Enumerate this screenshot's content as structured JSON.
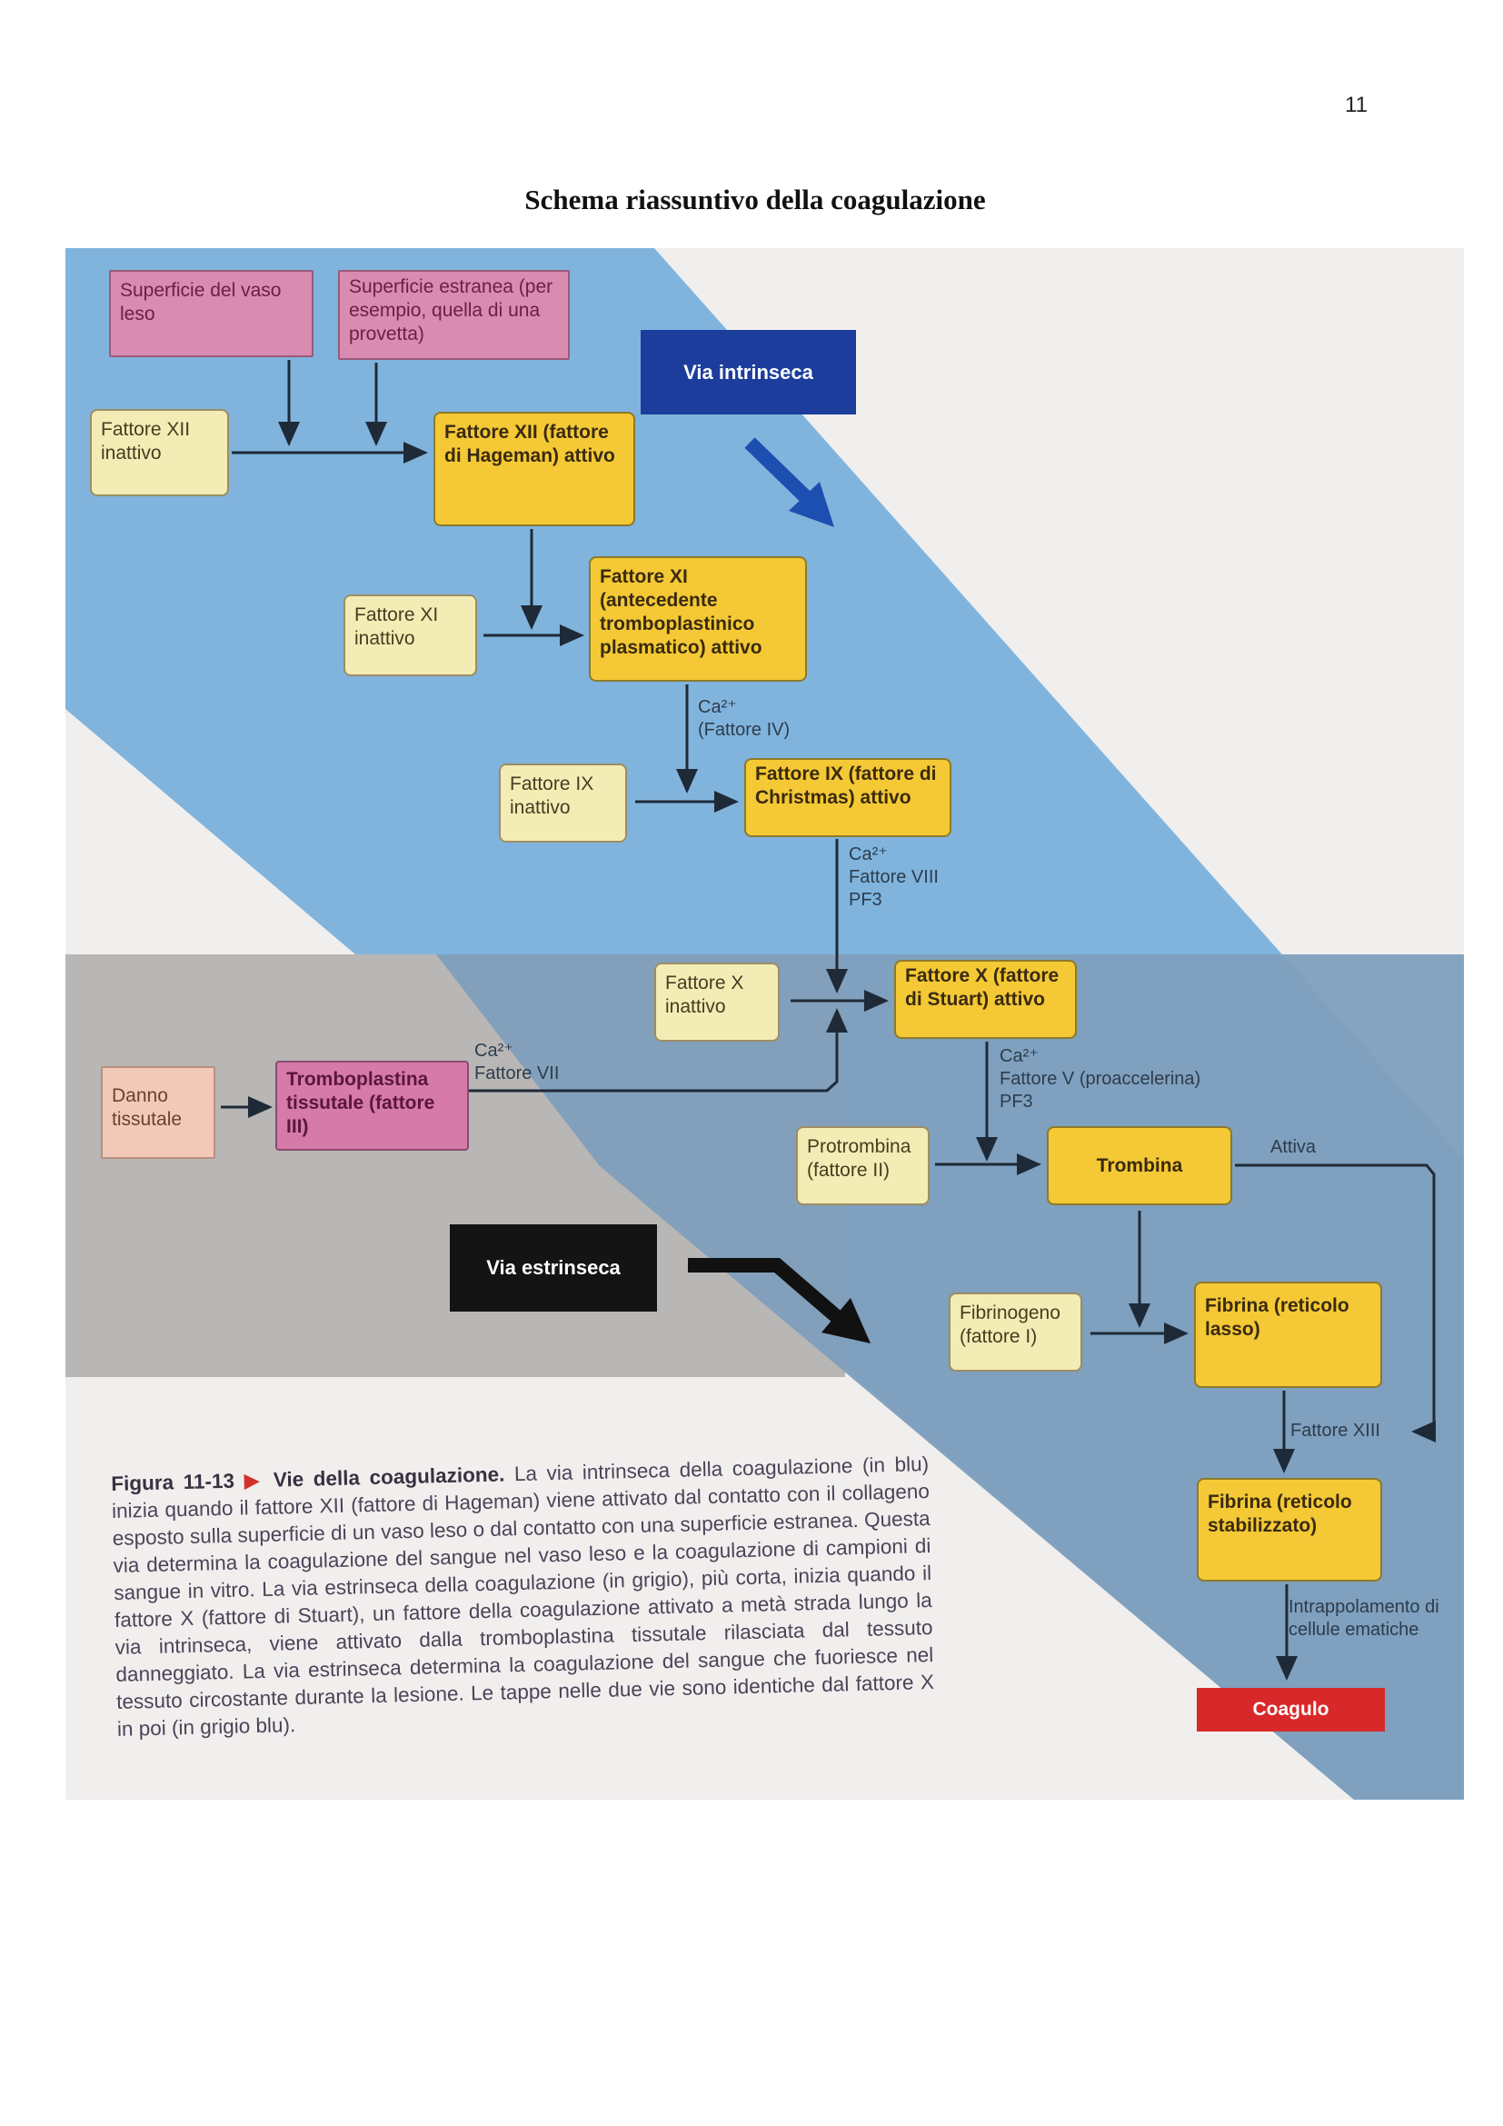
{
  "page_number": "11",
  "title": "Schema riassuntivo della coagulazione",
  "colors": {
    "intrinsic_band": "#7fb3dc",
    "extrinsic_band": "#b7b4b3",
    "common_band": "#7d9ebb",
    "active": "#f4c935",
    "inactive": "#f3ecb4",
    "surface": "#d98bb1",
    "clot": "#d9282a"
  },
  "diagram": {
    "surface_vessel": "Superficie del vaso leso",
    "surface_foreign": "Superficie estranea (per esempio, quella di una provetta)",
    "intrinsic_label": "Via intrinseca",
    "extrinsic_label": "Via estrinseca",
    "f12_inactive": "Fattore XII inattivo",
    "f12_active": "Fattore XII (fattore di Hageman) attivo",
    "f11_inactive": "Fattore XI inattivo",
    "f11_active": "Fattore XI (antecedente tromboplastinico plasmatico) attivo",
    "cofactor_11_9": [
      "Ca²⁺",
      "(Fattore IV)"
    ],
    "f9_inactive": "Fattore IX inattivo",
    "f9_active": "Fattore IX (fattore di Christmas) attivo",
    "cofactor_9_10": [
      "Ca²⁺",
      "Fattore VIII",
      "PF3"
    ],
    "f10_inactive": "Fattore X inattivo",
    "f10_active": "Fattore X (fattore di Stuart) attivo",
    "cofactor_10_thrombin": [
      "Ca²⁺",
      "Fattore V (proaccelerina)",
      "PF3"
    ],
    "tissue_damage": "Danno tissutale",
    "tissue_thromboplastin": "Tromboplastina tissutale (fattore III)",
    "cofactor_extrinsic": [
      "Ca²⁺",
      "Fattore VII"
    ],
    "prothrombin": "Protrombina (fattore II)",
    "thrombin": "Trombina",
    "activates": "Attiva",
    "fibrinogen": "Fibrinogeno (fattore I)",
    "fibrin_loose": "Fibrina (reticolo lasso)",
    "factor13": "Fattore XIII",
    "fibrin_stable": "Fibrina (reticolo stabilizzato)",
    "trapping": "Intrappolamento di cellule ematiche",
    "clot": "Coagulo"
  },
  "caption": {
    "figure": "Figura 11-13",
    "heading": "Vie della coagulazione.",
    "text": "La via intrinseca della coagulazione (in blu) inizia quando il fattore XII (fattore di Hageman) viene attivato dal contatto con il collageno esposto sulla superficie di un vaso leso o dal contatto con una superficie estranea. Questa via determina la coagulazione del sangue nel vaso leso e la coagulazione di campioni di sangue in vitro. La via estrinseca della coagulazione (in grigio), più corta, inizia quando il fattore X (fattore di Stuart), un fattore della coagulazione attivato a metà strada lungo la via intrinseca, viene attivato dalla tromboplastina tissutale rilasciata dal tessuto danneggiato. La via estrinseca determina la coagulazione del sangue che fuoriesce nel tessuto circostante durante la lesione. Le tappe nelle due vie sono identiche dal fattore X in poi (in grigio blu)."
  }
}
